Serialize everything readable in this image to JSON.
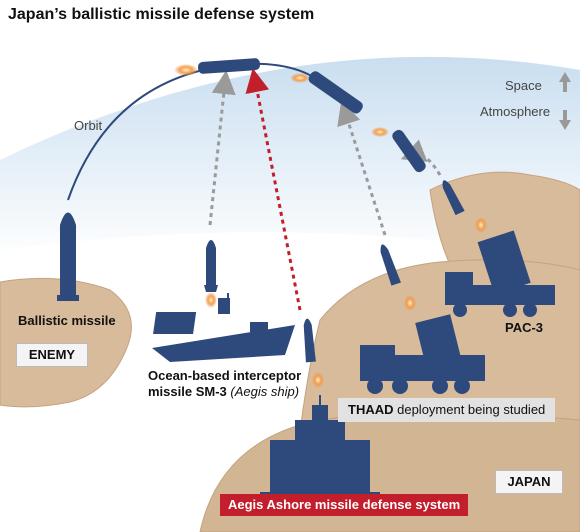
{
  "title": "Japan’s ballistic missile defense system",
  "labels": {
    "orbit": "Orbit",
    "space": "Space",
    "atmosphere": "Atmosphere",
    "ballistic_missile": "Ballistic missile",
    "enemy": "ENEMY",
    "sm3_line1": "Ocean-based interceptor",
    "sm3_line2": "missile SM-3",
    "sm3_note": "(Aegis ship)",
    "thaad_bold": "THAAD",
    "thaad_rest": " deployment being studied",
    "pac3": "PAC-3",
    "aegis_ashore": "Aegis Ashore missile defense system",
    "japan": "JAPAN"
  },
  "colors": {
    "sky": "#dbe9f3",
    "land": "#d7bb9b",
    "land_edge": "#c4a37f",
    "navy": "#2e4a7c",
    "exhaust": "#f08a3a",
    "red_path": "#c21e2b",
    "gray_path": "#9a9a9a",
    "label_red": "#c21e2b"
  }
}
